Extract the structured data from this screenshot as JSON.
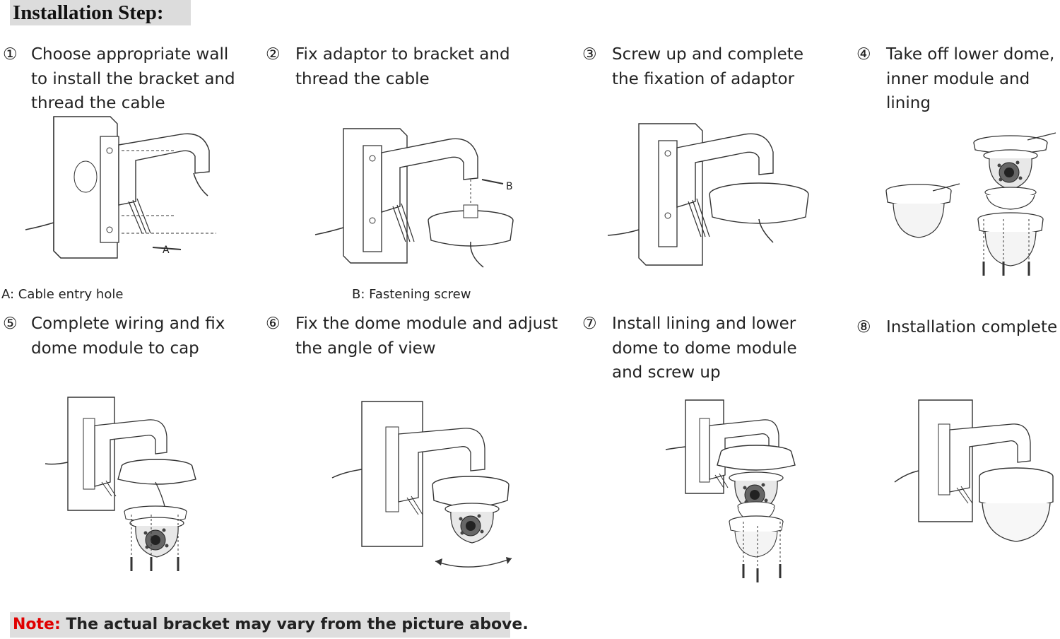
{
  "title": "Installation Step:",
  "steps": [
    {
      "num": "①",
      "text": "Choose appropriate wall\nto install the bracket and\nthread the cable"
    },
    {
      "num": "②",
      "text": "Fix adaptor to bracket and\nthread the cable"
    },
    {
      "num": "③",
      "text": "Screw up and complete\nthe fixation of adaptor"
    },
    {
      "num": "④",
      "text": "Take off lower dome,\ninner module and\nlining"
    },
    {
      "num": "⑤",
      "text": "Complete wiring and fix\ndome module to cap"
    },
    {
      "num": "⑥",
      "text": "Fix the dome module and adjust\nthe angle of view"
    },
    {
      "num": "⑦",
      "text": "Install lining and lower\ndome to dome module\nand screw up"
    },
    {
      "num": "⑧",
      "text": "Installation complete"
    }
  ],
  "captions": {
    "a": "A: Cable entry hole",
    "b": "B: Fastening screw"
  },
  "callouts": {
    "a": "A",
    "b": "B"
  },
  "note": {
    "label": "Note:",
    "text": " The actual bracket may vary from the picture above."
  }
}
